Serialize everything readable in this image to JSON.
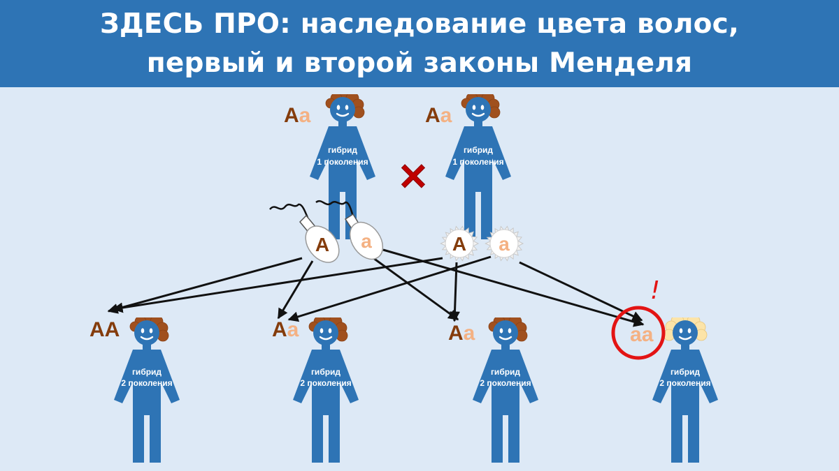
{
  "title": {
    "line1": "ЗДЕСЬ ПРО: наследование цвета волос,",
    "line2": "первый и второй законы Менделя"
  },
  "colors": {
    "header_bg": "#2e74b5",
    "background": "#dde9f6",
    "body": "#2e74b5",
    "dominant_allele": "#843c0c",
    "recessive_allele": "#f4b183",
    "brown_hair": "#a0501e",
    "blond_hair": "#fce4a8",
    "cross": "#c00000",
    "highlight": "#e31414"
  },
  "parents": [
    {
      "allele_dominant": "A",
      "allele_recessive": "a",
      "label1": "гибрид",
      "label2": "1 поколения",
      "hair": "brown"
    },
    {
      "allele_dominant": "A",
      "allele_recessive": "a",
      "label1": "гибрид",
      "label2": "1 поколения",
      "hair": "brown"
    }
  ],
  "cross_symbol": "×",
  "sperm_gametes": [
    "A",
    "a"
  ],
  "egg_gametes": [
    "A",
    "a"
  ],
  "offspring": [
    {
      "allele1": "A",
      "allele2": "A",
      "label1": "гибрид",
      "label2": "2 поколения",
      "hair": "brown"
    },
    {
      "allele1": "A",
      "allele2": "a",
      "label1": "гибрид",
      "label2": "2 поколения",
      "hair": "brown"
    },
    {
      "allele1": "A",
      "allele2": "a",
      "label1": "гибрид",
      "label2": "2 поколения",
      "hair": "brown"
    },
    {
      "allele1": "a",
      "allele2": "a",
      "label1": "гибрид",
      "label2": "2 поколения",
      "hair": "blond",
      "highlighted": true
    }
  ],
  "exclamation": "!"
}
